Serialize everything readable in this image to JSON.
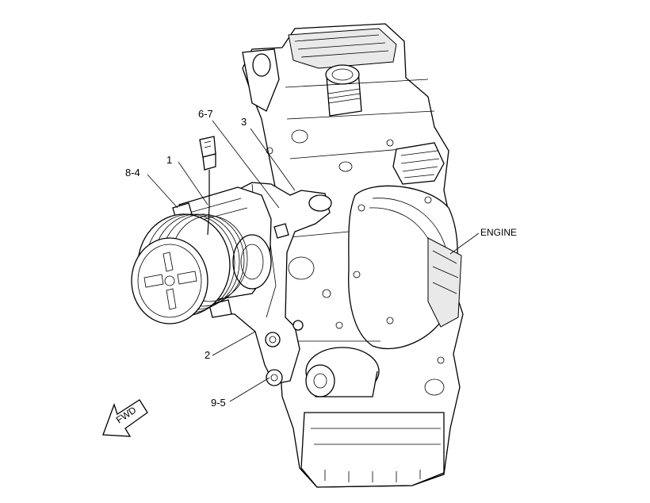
{
  "callouts": {
    "c1": "1",
    "c2": "2",
    "c3": "3",
    "c67": "6-7",
    "c84": "8-4",
    "c95": "9-5",
    "engine": "ENGINE"
  },
  "arrow": {
    "label": "FWD"
  }
}
